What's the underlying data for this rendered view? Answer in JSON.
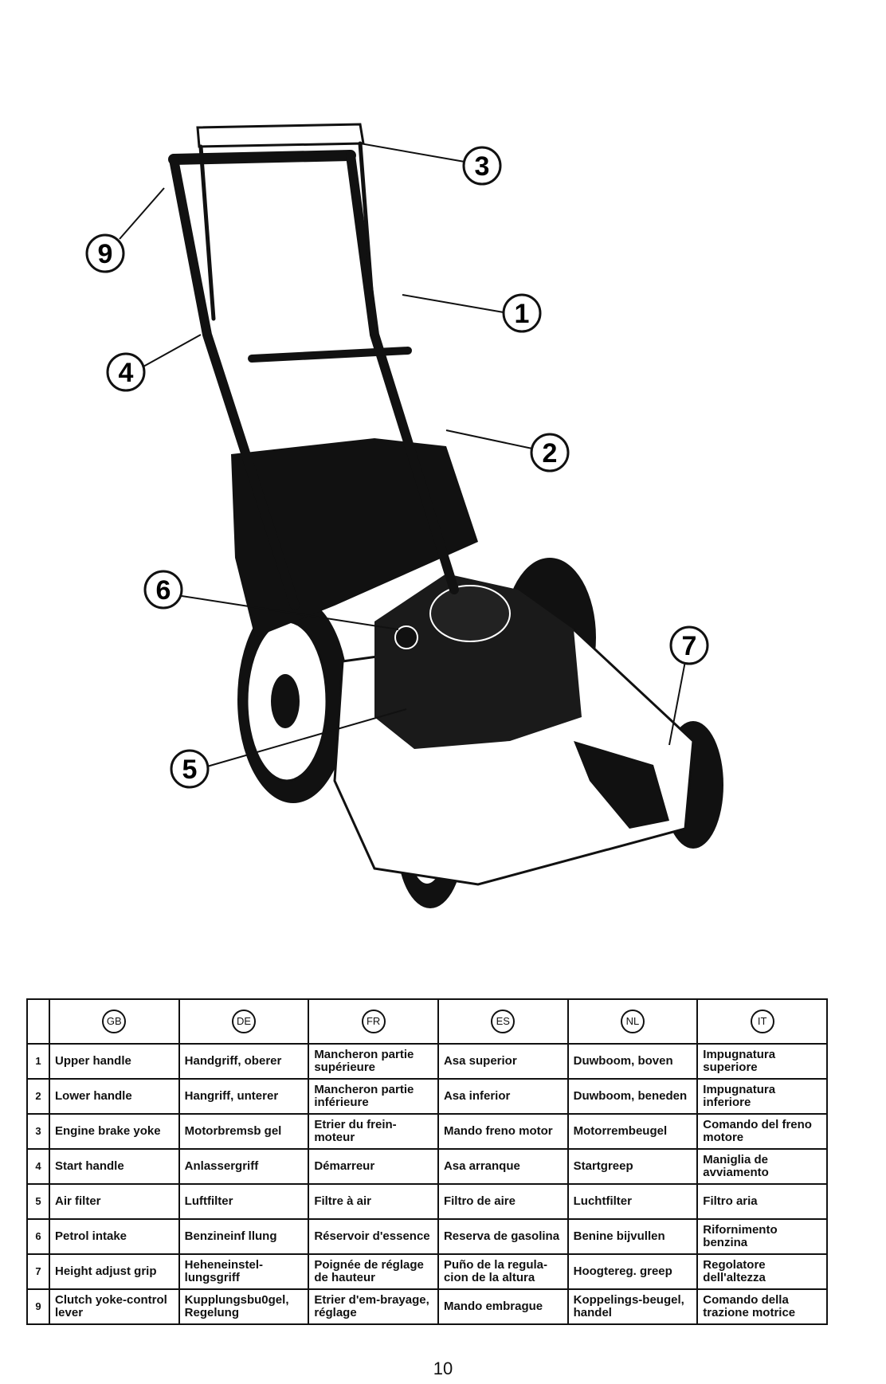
{
  "callouts": [
    "3",
    "9",
    "1",
    "4",
    "2",
    "6",
    "7",
    "5"
  ],
  "languages": [
    "GB",
    "DE",
    "FR",
    "ES",
    "NL",
    "IT"
  ],
  "rows": [
    {
      "num": "1",
      "cells": [
        "Upper handle",
        "Handgriff, oberer",
        "Mancheron partie supérieure",
        "Asa superior",
        "Duwboom, boven",
        "Impugnatura superiore"
      ]
    },
    {
      "num": "2",
      "cells": [
        "Lower handle",
        "Hangriff, unterer",
        "Mancheron partie inférieure",
        "Asa inferior",
        "Duwboom, beneden",
        "Impugnatura inferiore"
      ]
    },
    {
      "num": "3",
      "cells": [
        "Engine brake yoke",
        "Motorbremsb gel",
        "Etrier du frein-moteur",
        "Mando freno motor",
        "Motorrembeugel",
        "Comando del freno motore"
      ]
    },
    {
      "num": "4",
      "cells": [
        "Start handle",
        "Anlassergriff",
        "Démarreur",
        "Asa arranque",
        "Startgreep",
        "Maniglia de avviamento"
      ]
    },
    {
      "num": "5",
      "cells": [
        "Air filter",
        "Luftfilter",
        "Filtre à air",
        "Filtro de aire",
        "Luchtfilter",
        "Filtro aria"
      ]
    },
    {
      "num": "6",
      "cells": [
        "Petrol intake",
        "Benzineinf llung",
        "Réservoir d'essence",
        "Reserva de gasolina",
        "Benine bijvullen",
        "Rifornimento benzina"
      ]
    },
    {
      "num": "7",
      "cells": [
        "Height adjust grip",
        "Heheneinstel-lungsgriff",
        "Poignée de réglage de hauteur",
        "Puño de la regula-cion de la altura",
        "Hoogtereg. greep",
        "Regolatore dell'altezza"
      ]
    },
    {
      "num": "9",
      "cells": [
        "Clutch yoke-control lever",
        "Kupplungsbu0gel, Regelung",
        "Etrier d'em-brayage, réglage",
        "Mando embrague",
        "Koppelings-beugel, handel",
        "Comando della trazione motrice"
      ]
    }
  ],
  "page_number": "10"
}
